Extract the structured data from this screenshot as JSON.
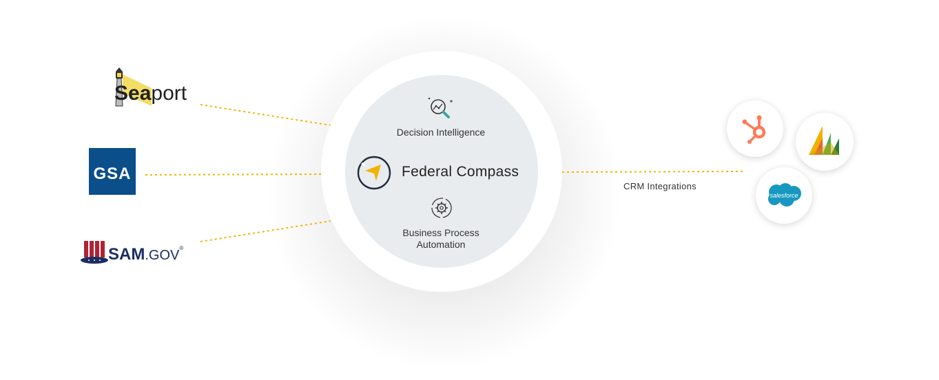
{
  "center": {
    "title": "Federal Compass",
    "nodes": {
      "decision": "Decision Intelligence",
      "automation_line1": "Business Process",
      "automation_line2": "Automation"
    }
  },
  "sources": [
    {
      "name": "Seaport",
      "text_bold": "Sea",
      "text_rest": "port"
    },
    {
      "name": "GSA",
      "text": "GSA"
    },
    {
      "name": "SAM.GOV",
      "text_bold": "SAM",
      "text_rest": ".GOV",
      "reg": "®"
    }
  ],
  "crm": {
    "label": "CRM Integrations",
    "logos": [
      {
        "name": "hubspot-icon",
        "color": "#ff7a59"
      },
      {
        "name": "dynamics-icon",
        "color": "#f2b000"
      },
      {
        "name": "salesforce-icon",
        "color": "#1798c1",
        "text": "salesforce"
      }
    ]
  },
  "colors": {
    "connector": "#f2b300",
    "inner": "#e8ecee",
    "accent": "#f2b300"
  }
}
